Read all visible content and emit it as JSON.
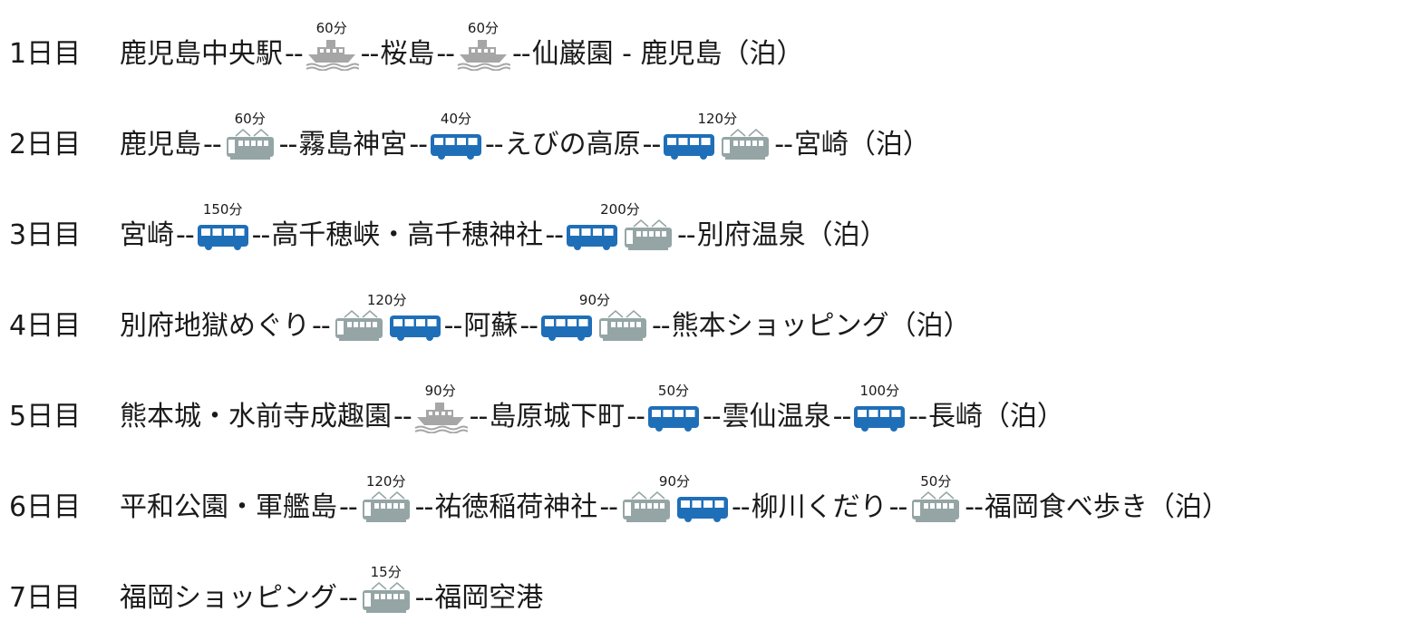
{
  "colors": {
    "ferry": "#a6a6a6",
    "train": "#95a5a6",
    "bus": "#1f6fb8",
    "text": "#1a1a1a"
  },
  "days": [
    {
      "label": "1日目",
      "items": [
        {
          "type": "place",
          "text": "鹿児島中央駅"
        },
        {
          "type": "leg",
          "duration": "60分",
          "modes": [
            "ferry-icon"
          ]
        },
        {
          "type": "place",
          "text": "桜島"
        },
        {
          "type": "leg",
          "duration": "60分",
          "modes": [
            "ferry-icon"
          ]
        },
        {
          "type": "place",
          "text": "仙巌園 - 鹿児島（泊）"
        }
      ]
    },
    {
      "label": "2日目",
      "items": [
        {
          "type": "place",
          "text": "鹿児島"
        },
        {
          "type": "leg",
          "duration": "60分",
          "modes": [
            "train-icon"
          ]
        },
        {
          "type": "place",
          "text": "霧島神宮"
        },
        {
          "type": "leg",
          "duration": "40分",
          "modes": [
            "bus-icon"
          ]
        },
        {
          "type": "place",
          "text": "えびの高原"
        },
        {
          "type": "leg",
          "duration": "120分",
          "modes": [
            "bus-icon",
            "train-icon"
          ]
        },
        {
          "type": "place",
          "text": "宮崎（泊）"
        }
      ]
    },
    {
      "label": "3日目",
      "items": [
        {
          "type": "place",
          "text": "宮崎"
        },
        {
          "type": "leg",
          "duration": "150分",
          "modes": [
            "bus-icon"
          ]
        },
        {
          "type": "place",
          "text": "高千穂峡・高千穂神社"
        },
        {
          "type": "leg",
          "duration": "200分",
          "modes": [
            "bus-icon",
            "train-icon"
          ]
        },
        {
          "type": "place",
          "text": "別府温泉（泊）"
        }
      ]
    },
    {
      "label": "4日目",
      "items": [
        {
          "type": "place",
          "text": "別府地獄めぐり"
        },
        {
          "type": "leg",
          "duration": "120分",
          "modes": [
            "train-icon",
            "bus-icon"
          ]
        },
        {
          "type": "place",
          "text": "阿蘇"
        },
        {
          "type": "leg",
          "duration": "90分",
          "modes": [
            "bus-icon",
            "train-icon"
          ]
        },
        {
          "type": "place",
          "text": "熊本ショッピング（泊）"
        }
      ]
    },
    {
      "label": "5日目",
      "items": [
        {
          "type": "place",
          "text": "熊本城・水前寺成趣園"
        },
        {
          "type": "leg",
          "duration": "90分",
          "modes": [
            "ferry-icon"
          ]
        },
        {
          "type": "place",
          "text": "島原城下町"
        },
        {
          "type": "leg",
          "duration": "50分",
          "modes": [
            "bus-icon"
          ]
        },
        {
          "type": "place",
          "text": "雲仙温泉"
        },
        {
          "type": "leg",
          "duration": "100分",
          "modes": [
            "bus-icon"
          ]
        },
        {
          "type": "place",
          "text": "長崎（泊）"
        }
      ]
    },
    {
      "label": "6日目",
      "items": [
        {
          "type": "place",
          "text": "平和公園・軍艦島"
        },
        {
          "type": "leg",
          "duration": "120分",
          "modes": [
            "train-icon"
          ]
        },
        {
          "type": "place",
          "text": "祐徳稲荷神社"
        },
        {
          "type": "leg",
          "duration": "90分",
          "modes": [
            "train-icon",
            "bus-icon"
          ]
        },
        {
          "type": "place",
          "text": "柳川くだり"
        },
        {
          "type": "leg",
          "duration": "50分",
          "modes": [
            "train-icon"
          ]
        },
        {
          "type": "place",
          "text": "福岡食べ歩き（泊）"
        }
      ]
    },
    {
      "label": "7日目",
      "items": [
        {
          "type": "place",
          "text": "福岡ショッピング"
        },
        {
          "type": "leg",
          "duration": "15分",
          "modes": [
            "train-icon"
          ]
        },
        {
          "type": "place",
          "text": "福岡空港"
        }
      ]
    }
  ],
  "dash": "--"
}
